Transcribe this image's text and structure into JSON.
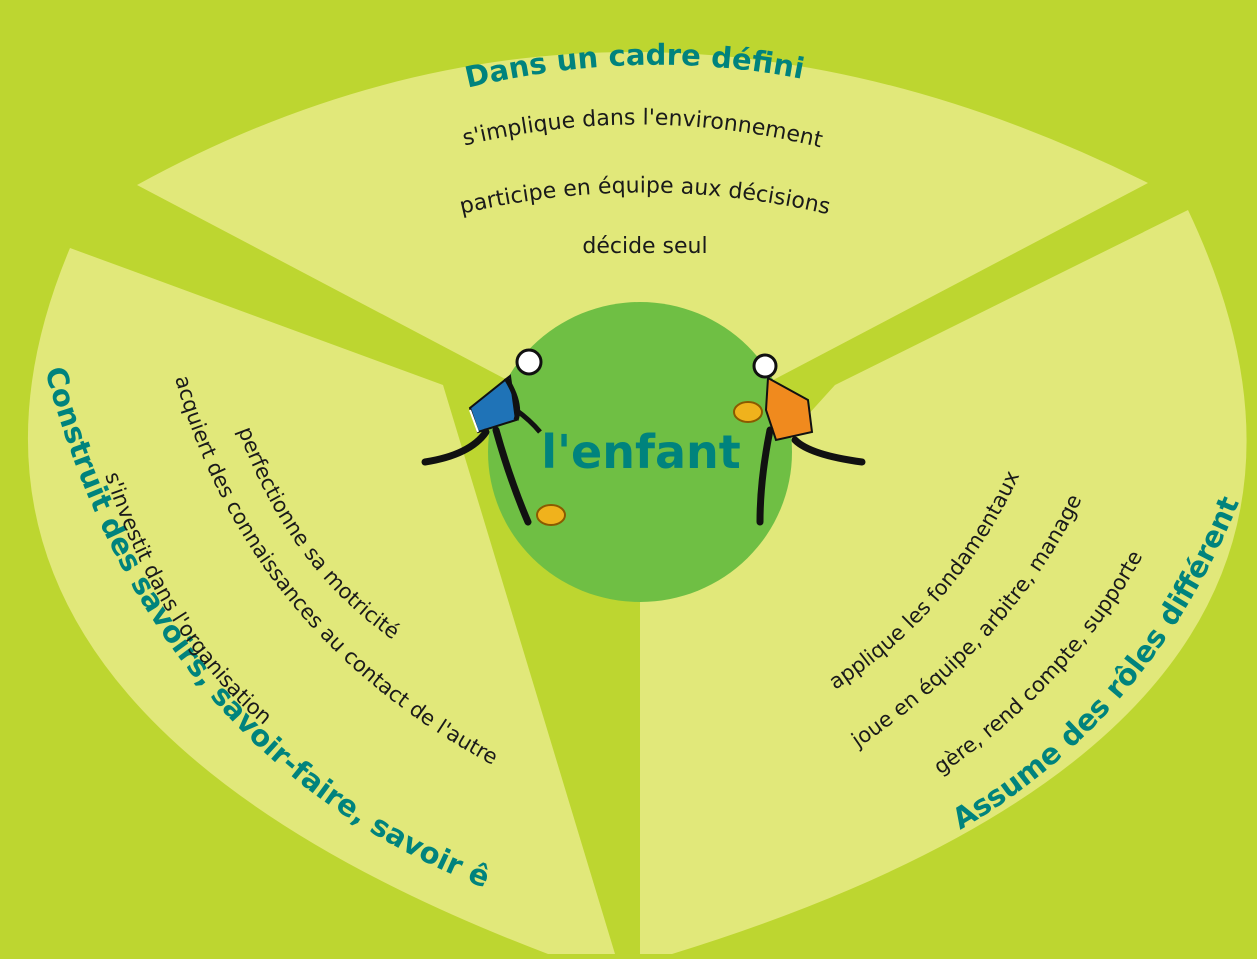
{
  "center": {
    "label": "l'enfant"
  },
  "top_sector": {
    "title": "Dans un cadre défini",
    "items": [
      "s'implique dans l'environnement",
      "participe en équipe aux décisions",
      "décide seul"
    ]
  },
  "left_sector": {
    "title": "Construit des savoirs, savoir-faire, savoir être",
    "items": [
      "perfectionne sa motricité",
      "acquiert des connaissances au contact de l'autre",
      "s'investit dans l'organisation"
    ]
  },
  "right_sector": {
    "title": "Assume des rôles différents",
    "items": [
      "applique les fondamentaux",
      "joue en équipe, arbitre, manage",
      "gère, rend compte, supporte"
    ]
  },
  "colors": {
    "background": "#bdd630",
    "sector_fill": "#e1e87a",
    "center_fill": "#6fbf44",
    "title_text": "#00837d",
    "body_text": "#1a1a1a",
    "player_left_shirt": "#1f73b7",
    "player_right_shirt": "#f08a1e",
    "ball": "#f0b21c"
  },
  "icons": [
    "rugby-player-blue-icon",
    "rugby-player-orange-icon",
    "rugby-ball-icon"
  ]
}
